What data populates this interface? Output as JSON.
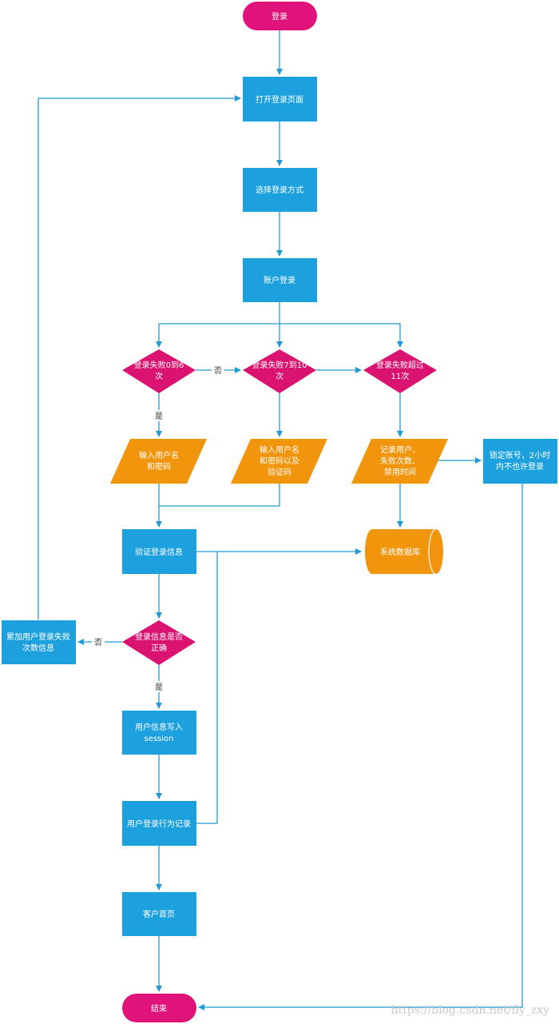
{
  "colors": {
    "terminal": "#e0137a",
    "process": "#1da1de",
    "decision": "#d9136f",
    "io": "#f0950c",
    "line": "#1f9bd7"
  },
  "nodes": {
    "start": "登录",
    "open_login_page": "打开登录页面",
    "choose_method": "选择登录方式",
    "account_login": "账户登录",
    "fail_0_6": [
      "登录失败0到6",
      "次"
    ],
    "fail_7_10": [
      "登录失败7到10",
      "次"
    ],
    "fail_over_11": [
      "登录失败超过",
      "11次"
    ],
    "input_user_pwd": [
      "输入用户名",
      "和密码"
    ],
    "input_user_pwd_code": [
      "输入用户名",
      "和密码以及",
      "验证码"
    ],
    "record_user_fail": [
      "记录用户、",
      "失败次数、",
      "禁用时间"
    ],
    "lock_account": [
      "锁定账号，2小时",
      "内不也许登录"
    ],
    "verify_login": "验证登录信息",
    "database": "系统数据库",
    "login_correct": [
      "登录信息是否",
      "正确"
    ],
    "accumulate_fail": [
      "累加用户登录失败",
      "次数信息"
    ],
    "write_session": [
      "用户信息写入",
      "session"
    ],
    "record_behavior": "用户登录行为记录",
    "home_page": "客户首页",
    "end": "结束"
  },
  "edge_labels": {
    "no_1": "否",
    "yes_1": "是",
    "no_2": "否",
    "yes_2": "是"
  },
  "watermark": "https://blog.csdn.net/fly_zxy"
}
